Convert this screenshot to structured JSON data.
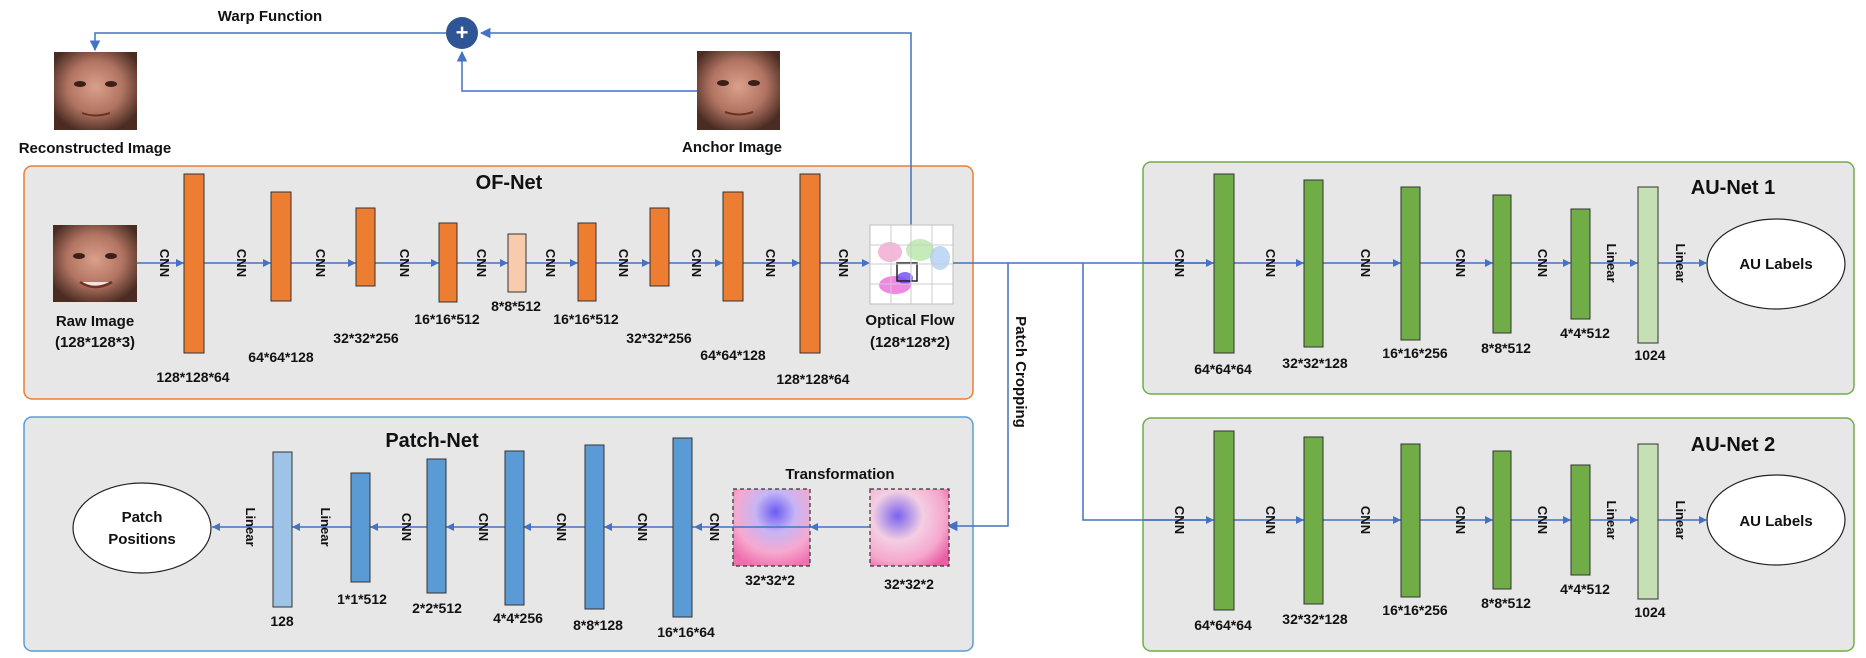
{
  "top": {
    "warp_label": "Warp Function",
    "reconstructed_label": "Reconstructed Image",
    "anchor_label": "Anchor Image",
    "plus_symbol": "+"
  },
  "of_net": {
    "title": "OF-Net",
    "raw_label_1": "Raw Image",
    "raw_label_2": "(128*128*3)",
    "flow_label_1": "Optical Flow",
    "flow_label_2": "(128*128*2)",
    "op": "CNN",
    "dims": [
      "128*128*64",
      "64*64*128",
      "32*32*256",
      "16*16*512",
      "8*8*512",
      "16*16*512",
      "32*32*256",
      "64*64*128",
      "128*128*64"
    ]
  },
  "patch_cropping_label": "Patch Cropping",
  "patch_net": {
    "title": "Patch-Net",
    "transformation_label": "Transformation",
    "output_line_1": "Patch",
    "output_line_2": "Positions",
    "dims": [
      "16*16*64",
      "8*8*128",
      "4*4*256",
      "2*2*512",
      "1*1*512",
      "128"
    ],
    "patch_dims": [
      "32*32*2",
      "32*32*2"
    ],
    "ops": [
      "CNN",
      "CNN",
      "CNN",
      "CNN",
      "Linear",
      "Linear"
    ]
  },
  "au_net_1": {
    "title": "AU-Net 1",
    "output": "AU Labels",
    "dims": [
      "64*64*64",
      "32*32*128",
      "16*16*256",
      "8*8*512",
      "4*4*512",
      "1024"
    ],
    "ops": [
      "CNN",
      "CNN",
      "CNN",
      "CNN",
      "CNN",
      "Linear",
      "Linear"
    ]
  },
  "au_net_2": {
    "title": "AU-Net 2",
    "output": "AU Labels",
    "dims": [
      "64*64*64",
      "32*32*128",
      "16*16*256",
      "8*8*512",
      "4*4*512",
      "1024"
    ],
    "ops": [
      "CNN",
      "CNN",
      "CNN",
      "CNN",
      "CNN",
      "Linear",
      "Linear"
    ]
  },
  "colors": {
    "panel_bg": "#e7e7e7",
    "of_border": "#ed7d31",
    "orange": "#ed7d31",
    "light_orange": "#f8cbad",
    "green": "#70ad47",
    "light_green": "#c5e0b4",
    "blue": "#5b9bd5",
    "light_blue": "#9dc3e6",
    "arrow": "#4472c4",
    "patch_border": "#5b9bd5",
    "au_border": "#70ad47"
  }
}
